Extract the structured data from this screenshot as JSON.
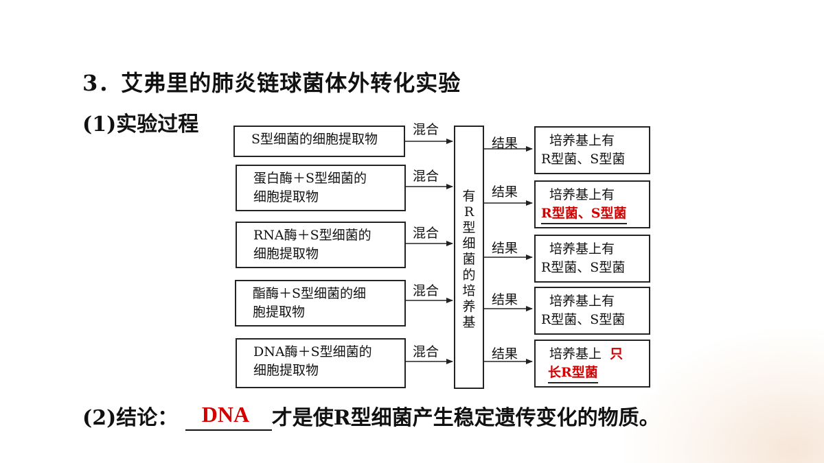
{
  "heading": "3．艾弗里的肺炎链球菌体外转化实验",
  "section1_label": "(1)实验过程",
  "left_boxes": [
    [
      "S型细菌的细胞提取物"
    ],
    [
      "蛋白酶＋S型细菌的",
      "细胞提取物"
    ],
    [
      "RNA酶＋S型细菌的",
      "细胞提取物"
    ],
    [
      "酯酶＋S型细菌的细",
      "胞提取物"
    ],
    [
      "DNA酶＋S型细菌的",
      "细胞提取物"
    ]
  ],
  "mix_label": "混合",
  "result_label": "结果",
  "center_box_chars": [
    "有",
    "R",
    "型",
    "细",
    "菌",
    "的",
    "培",
    "养",
    "基"
  ],
  "result_prefix": "培养基上有",
  "result_plain": "R型菌、S型菌",
  "result_answer_2": "R型菌、S型菌",
  "result5_prefix": "培养基上",
  "result5_answer_line1": "只",
  "result5_answer_line2": "长R型菌",
  "conclusion_label": "(2)结论：",
  "conclusion_answer": "DNA",
  "conclusion_rest": "才是使R型细菌产生稳定遗传变化的物质。",
  "colors": {
    "answer": "#d40000",
    "line": "#222222"
  }
}
